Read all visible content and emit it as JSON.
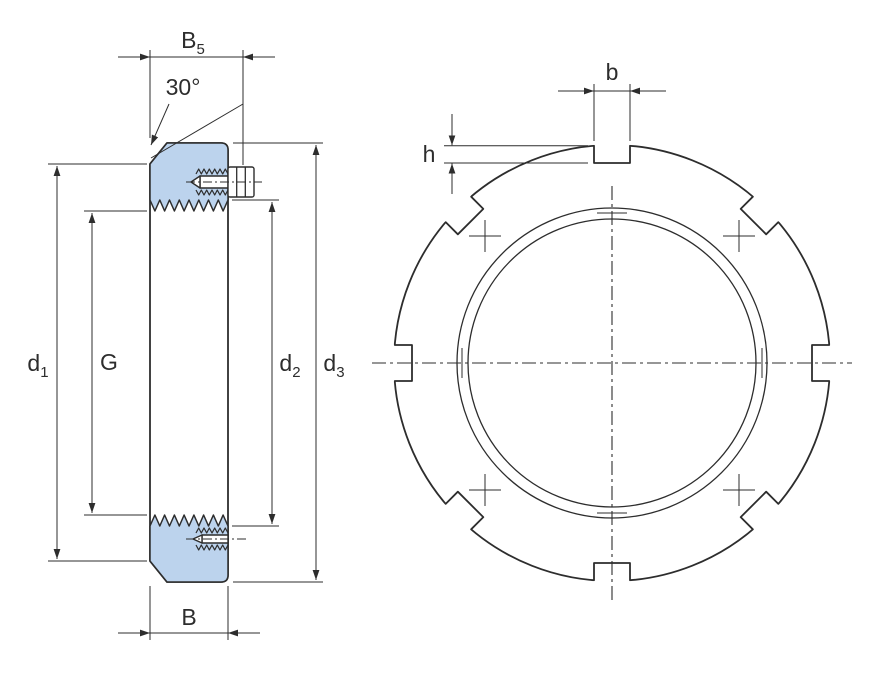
{
  "drawing": {
    "kind": "lock-nut-engineering-drawing",
    "section_view": {
      "labels": {
        "width_over_screw": {
          "main": "B",
          "sub": "5"
        },
        "chamfer_angle": "30°",
        "d1": {
          "main": "d",
          "sub": "1"
        },
        "thread_designation": "G",
        "d2": {
          "main": "d",
          "sub": "2"
        },
        "d3": {
          "main": "d",
          "sub": "3"
        },
        "width": "B"
      }
    },
    "face_view": {
      "labels": {
        "slot_width": "b",
        "slot_depth": "h"
      }
    },
    "colors": {
      "line": "#2d2d2d",
      "section_fill": "#bcd3ed",
      "section_stroke": "#3a67a8",
      "background": "#ffffff"
    }
  }
}
